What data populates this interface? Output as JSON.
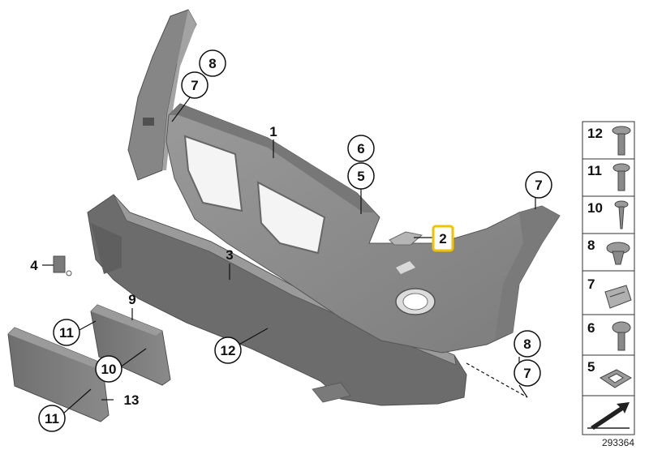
{
  "diagram_id": "293364",
  "callouts": {
    "c1": "1",
    "c2": "2",
    "c3": "3",
    "c4": "4",
    "c5": "5",
    "c6": "6",
    "c7_top": "7",
    "c7_right": "7",
    "c7_bottom": "7",
    "c8_top": "8",
    "c8_bottom": "8",
    "c9": "9",
    "c10": "10",
    "c11_a": "11",
    "c11_b": "11",
    "c12": "12",
    "c13": "13"
  },
  "legend": {
    "items": [
      "12",
      "11",
      "10",
      "8",
      "7",
      "6",
      "5"
    ],
    "icons": [
      "large-torx-screw-icon",
      "torx-screw-icon",
      "pointed-screw-icon",
      "expanding-rivet-icon",
      "spring-nut-icon",
      "round-head-screw-icon",
      "square-grommet-icon",
      "direction-arrow-icon"
    ]
  },
  "colors": {
    "part_fill": "#8c8c8c",
    "part_dark": "#6e6e6e",
    "part_edge": "#5a5a5a",
    "highlight_box": "#f2c200",
    "line": "#111111"
  }
}
